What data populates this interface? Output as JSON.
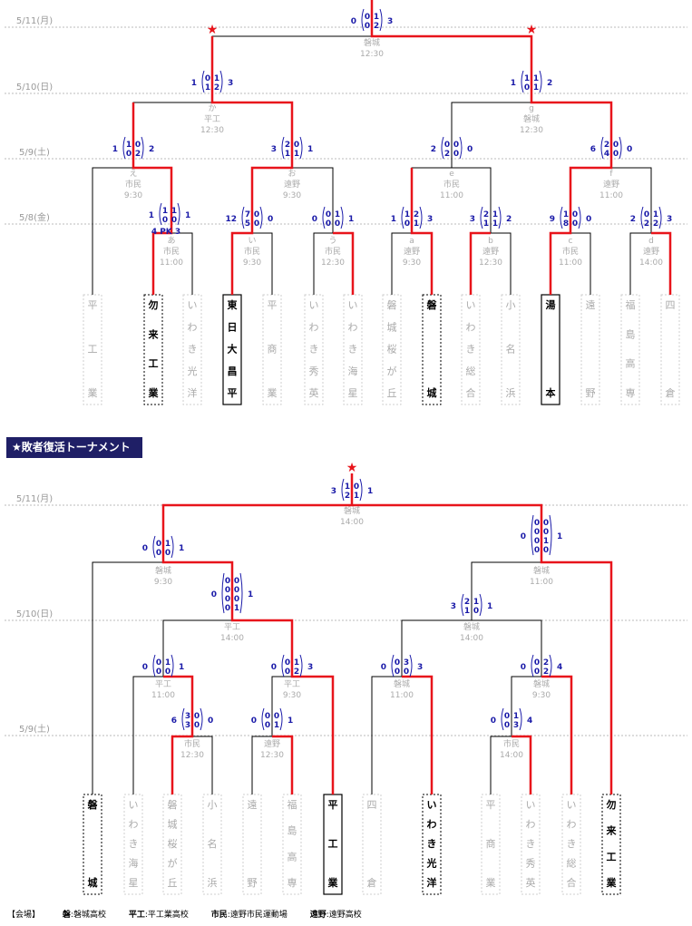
{
  "banner": "★敗者復活トーナメント",
  "legend": {
    "label": "【会場】",
    "items": [
      {
        "abbr": "磐",
        "full": ":磐城高校"
      },
      {
        "abbr": "平工",
        "full": ":平工業高校"
      },
      {
        "abbr": "市民",
        "full": ":遠野市民運動場"
      },
      {
        "abbr": "遠野",
        "full": ":遠野高校"
      }
    ]
  },
  "colors": {
    "win": "#e8141b",
    "line": "#000000",
    "score": "#1a1aa8",
    "date": "#999999",
    "venue": "#aaaaaa"
  },
  "main": {
    "dates": [
      "5/11(月)",
      "5/10(日)",
      "5/9(土)",
      "5/8(金)"
    ],
    "teams": [
      {
        "name": "平工業",
        "state": "out"
      },
      {
        "name": "勿来工業",
        "state": "dashed"
      },
      {
        "name": "いわき光洋",
        "state": "out"
      },
      {
        "name": "東日大昌平",
        "state": "champion"
      },
      {
        "name": "平商業",
        "state": "out"
      },
      {
        "name": "いわき秀英",
        "state": "out"
      },
      {
        "name": "いわき海星",
        "state": "out"
      },
      {
        "name": "磐城桜が丘",
        "state": "out"
      },
      {
        "name": "磐城",
        "state": "dashed"
      },
      {
        "name": "いわき総合",
        "state": "out"
      },
      {
        "name": "小名浜",
        "state": "out"
      },
      {
        "name": "湯本",
        "state": "champion"
      },
      {
        "name": "遠野",
        "state": "out"
      },
      {
        "name": "福島高専",
        "state": "out"
      },
      {
        "name": "四倉",
        "state": "out"
      }
    ],
    "games": [
      {
        "id": "あ",
        "venue": "市民",
        "time": "11:00",
        "left": [
          "1",
          "0"
        ],
        "right": [
          "1",
          "0"
        ],
        "lt": "1",
        "rt": "1",
        "pk": "4 PK 3"
      },
      {
        "id": "い",
        "venue": "市民",
        "time": "9:30",
        "left": [
          "7",
          "5"
        ],
        "right": [
          "0",
          "0"
        ],
        "lt": "12",
        "rt": "0"
      },
      {
        "id": "う",
        "venue": "市民",
        "time": "12:30",
        "left": [
          "0",
          "0"
        ],
        "right": [
          "1",
          "0"
        ],
        "lt": "0",
        "rt": "1"
      },
      {
        "id": "a",
        "venue": "遠野",
        "time": "9:30",
        "left": [
          "1",
          "0"
        ],
        "right": [
          "2",
          "1"
        ],
        "lt": "1",
        "rt": "3"
      },
      {
        "id": "b",
        "venue": "遠野",
        "time": "12:30",
        "left": [
          "2",
          "1"
        ],
        "right": [
          "1",
          "1"
        ],
        "lt": "3",
        "rt": "2"
      },
      {
        "id": "c",
        "venue": "市民",
        "time": "11:00",
        "left": [
          "1",
          "8"
        ],
        "right": [
          "0",
          "0"
        ],
        "lt": "9",
        "rt": "0"
      },
      {
        "id": "d",
        "venue": "遠野",
        "time": "14:00",
        "left": [
          "0",
          "2"
        ],
        "right": [
          "1",
          "2"
        ],
        "lt": "2",
        "rt": "3"
      },
      {
        "id": "え",
        "venue": "市民",
        "time": "9:30",
        "left": [
          "1",
          "0"
        ],
        "right": [
          "0",
          "2"
        ],
        "lt": "1",
        "rt": "2"
      },
      {
        "id": "お",
        "venue": "遠野",
        "time": "9:30",
        "left": [
          "2",
          "1"
        ],
        "right": [
          "0",
          "1"
        ],
        "lt": "3",
        "rt": "1"
      },
      {
        "id": "e",
        "venue": "市民",
        "time": "11:00",
        "left": [
          "0",
          "2"
        ],
        "right": [
          "0",
          "0"
        ],
        "lt": "2",
        "rt": "0"
      },
      {
        "id": "f",
        "venue": "遠野",
        "time": "11:00",
        "left": [
          "2",
          "4"
        ],
        "right": [
          "0",
          "0"
        ],
        "lt": "6",
        "rt": "0"
      },
      {
        "id": "か",
        "venue": "平工",
        "time": "12:30",
        "left": [
          "0",
          "1"
        ],
        "right": [
          "1",
          "2"
        ],
        "lt": "1",
        "rt": "3"
      },
      {
        "id": "g",
        "venue": "磐城",
        "time": "12:30",
        "left": [
          "1",
          "0"
        ],
        "right": [
          "1",
          "1"
        ],
        "lt": "1",
        "rt": "2"
      },
      {
        "id": "",
        "venue": "磐城",
        "time": "12:30",
        "left": [
          "0",
          "0"
        ],
        "right": [
          "1",
          "2"
        ],
        "lt": "0",
        "rt": "3"
      }
    ]
  },
  "consolation": {
    "dates": [
      "5/11(月)",
      "5/10(日)",
      "5/9(土)"
    ],
    "teams": [
      {
        "name": "磐城",
        "state": "dashed"
      },
      {
        "name": "いわき海星",
        "state": "out"
      },
      {
        "name": "磐城桜が丘",
        "state": "out"
      },
      {
        "name": "小名浜",
        "state": "out"
      },
      {
        "name": "遠野",
        "state": "out"
      },
      {
        "name": "福島高専",
        "state": "out"
      },
      {
        "name": "平工業",
        "state": "champion"
      },
      {
        "name": "四倉",
        "state": "out"
      },
      {
        "name": "いわき光洋",
        "state": "dashed"
      },
      {
        "name": "平商業",
        "state": "out"
      },
      {
        "name": "いわき秀英",
        "state": "out"
      },
      {
        "name": "いわき総合",
        "state": "out"
      },
      {
        "name": "勿来工業",
        "state": "dashed"
      }
    ],
    "games": [
      {
        "id": "",
        "venue": "市民",
        "time": "12:30",
        "left": [
          "3",
          "3"
        ],
        "right": [
          "0",
          "0"
        ],
        "lt": "6",
        "rt": "0"
      },
      {
        "id": "",
        "venue": "遠野",
        "time": "12:30",
        "left": [
          "0",
          "0"
        ],
        "right": [
          "0",
          "1"
        ],
        "lt": "0",
        "rt": "1"
      },
      {
        "id": "",
        "venue": "市民",
        "time": "14:00",
        "left": [
          "0",
          "0"
        ],
        "right": [
          "1",
          "3"
        ],
        "lt": "0",
        "rt": "4"
      },
      {
        "id": "",
        "venue": "平工",
        "time": "11:00",
        "left": [
          "0",
          "0"
        ],
        "right": [
          "1",
          "0"
        ],
        "lt": "0",
        "rt": "1"
      },
      {
        "id": "",
        "venue": "平工",
        "time": "9:30",
        "left": [
          "0",
          "0"
        ],
        "right": [
          "1",
          "2"
        ],
        "lt": "0",
        "rt": "3"
      },
      {
        "id": "",
        "venue": "磐城",
        "time": "11:00",
        "left": [
          "0",
          "0"
        ],
        "right": [
          "3",
          "0"
        ],
        "lt": "0",
        "rt": "3"
      },
      {
        "id": "",
        "venue": "磐城",
        "time": "9:30",
        "left": [
          "0",
          "0"
        ],
        "right": [
          "2",
          "2"
        ],
        "lt": "0",
        "rt": "4"
      },
      {
        "id": "",
        "venue": "平工",
        "time": "14:00",
        "left": [
          "0",
          "0",
          "0",
          "0"
        ],
        "right": [
          "0",
          "0",
          "0",
          "1"
        ],
        "lt": "0",
        "rt": "1"
      },
      {
        "id": "",
        "venue": "磐城",
        "time": "14:00",
        "left": [
          "2",
          "1"
        ],
        "right": [
          "1",
          "0"
        ],
        "lt": "3",
        "rt": "1"
      },
      {
        "id": "",
        "venue": "磐城",
        "time": "9:30",
        "left": [
          "0",
          "0"
        ],
        "right": [
          "1",
          "0"
        ],
        "lt": "0",
        "rt": "1"
      },
      {
        "id": "",
        "venue": "磐城",
        "time": "11:00",
        "left": [
          "0",
          "0",
          "0",
          "0"
        ],
        "right": [
          "0",
          "0",
          "1",
          "0"
        ],
        "lt": "0",
        "rt": "1"
      },
      {
        "id": "",
        "venue": "磐城",
        "time": "14:00",
        "left": [
          "1",
          "2"
        ],
        "right": [
          "0",
          "1"
        ],
        "lt": "3",
        "rt": "1"
      }
    ]
  }
}
